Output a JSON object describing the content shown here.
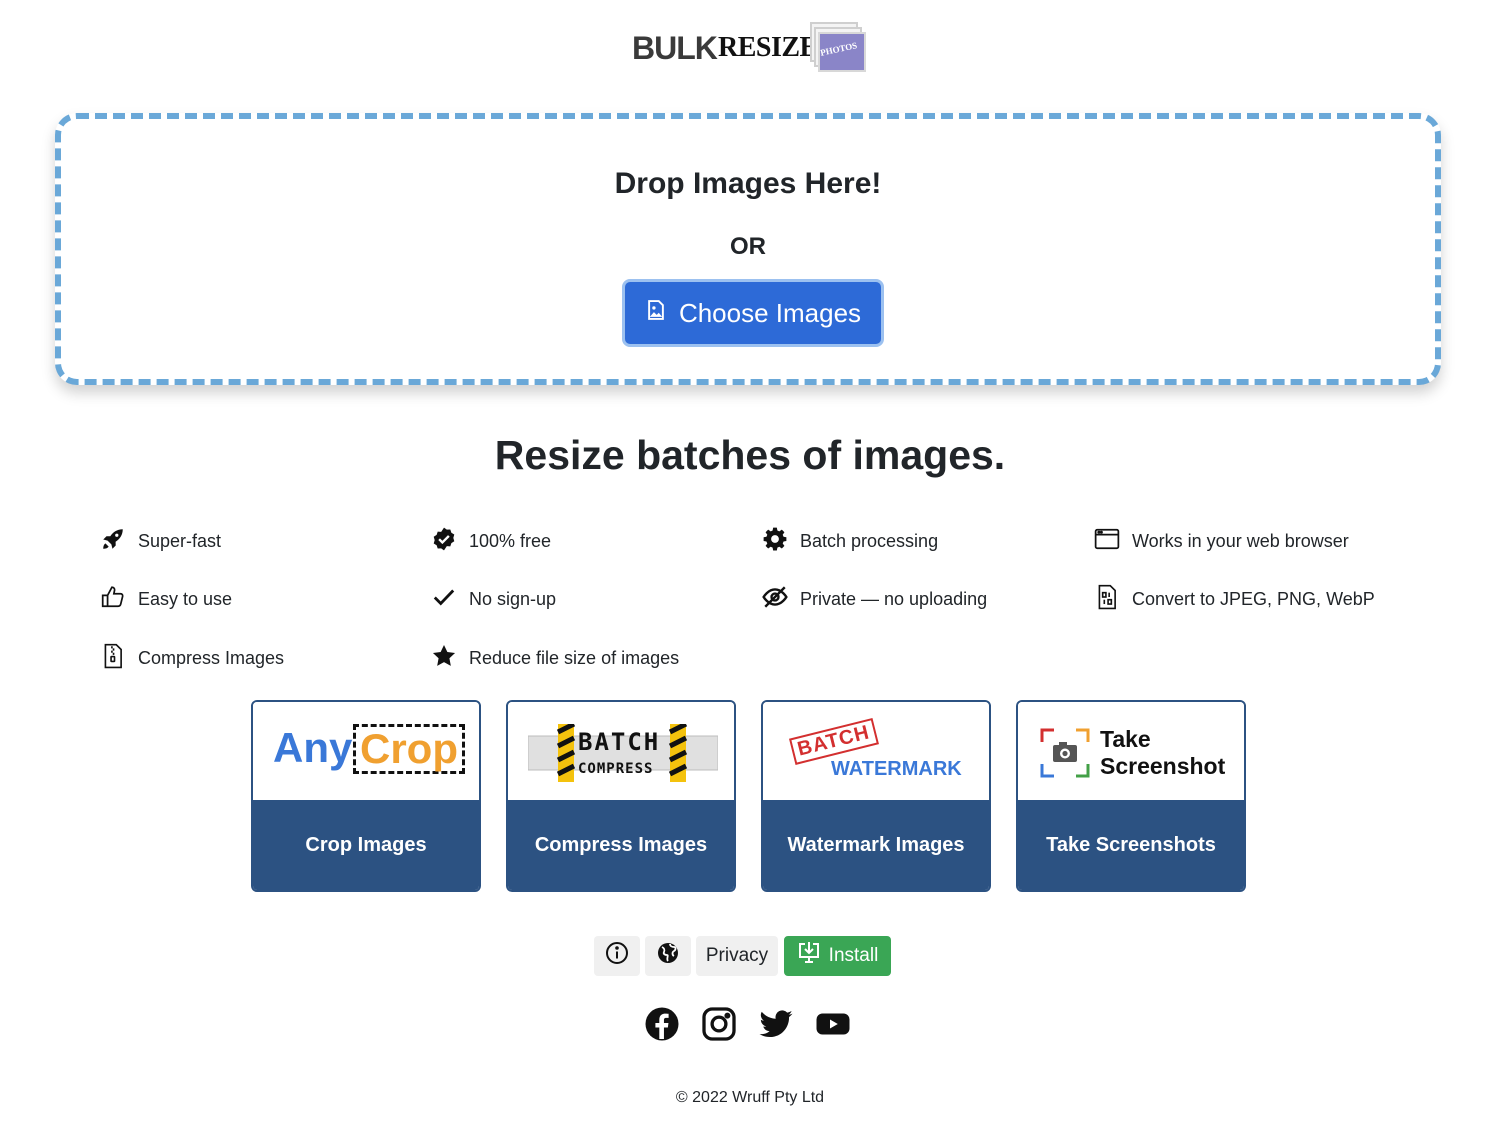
{
  "logo": {
    "bulk": "BULK",
    "resize": "RESIZE",
    "photos": "PHOTOS"
  },
  "dropzone": {
    "title": "Drop Images Here!",
    "or": "OR",
    "choose_label": "Choose Images"
  },
  "heading": "Resize batches of images.",
  "features": [
    {
      "icon": "rocket-icon",
      "label": "Super-fast"
    },
    {
      "icon": "badge-check-icon",
      "label": "100% free"
    },
    {
      "icon": "gear-icon",
      "label": "Batch processing"
    },
    {
      "icon": "browser-window-icon",
      "label": "Works in your web browser"
    },
    {
      "icon": "thumbs-up-icon",
      "label": "Easy to use"
    },
    {
      "icon": "checkmark-icon",
      "label": "No sign-up"
    },
    {
      "icon": "eye-slash-icon",
      "label": "Private — no uploading"
    },
    {
      "icon": "file-binary-icon",
      "label": "Convert to JPEG, PNG, WebP"
    },
    {
      "icon": "file-zip-icon",
      "label": "Compress Images"
    },
    {
      "icon": "star-icon",
      "label": "Reduce file size of images"
    }
  ],
  "apps": [
    {
      "label": "Crop Images",
      "art": {
        "any": "Any",
        "crop": "Crop"
      }
    },
    {
      "label": "Compress Images",
      "art": {
        "batch": "BATCH",
        "compress": "COMPRESS"
      }
    },
    {
      "label": "Watermark Images",
      "art": {
        "batch": "BATCH",
        "watermark": "WATERMARK"
      }
    },
    {
      "label": "Take Screenshots",
      "art": {
        "take": "Take",
        "screenshot": "Screenshot"
      }
    }
  ],
  "footer": {
    "privacy_label": "Privacy",
    "install_label": "Install"
  },
  "copyright": "© 2022 Wruff Pty Ltd",
  "colors": {
    "primary_blue": "#2d6ad7",
    "dashed_border": "#6aa8d8",
    "card_navy": "#2c5282",
    "install_green": "#3aa655",
    "anycrop_blue": "#3a78d8",
    "anycrop_orange": "#f0a030"
  }
}
